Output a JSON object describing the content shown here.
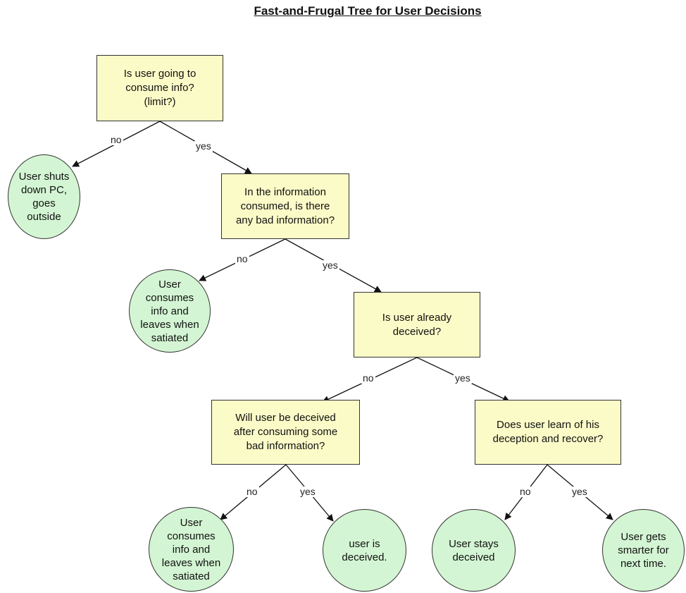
{
  "title": "Fast-and-Frugal Tree for User Decisions",
  "colors": {
    "decision_fill": "#fbfbc8",
    "outcome_fill": "#d3f5d3",
    "edge": "#111111"
  },
  "decisions": {
    "d1": "Is user going to\nconsume info?\n(limit?)",
    "d2": "In the information\nconsumed, is there\nany bad information?",
    "d3": "Is user already\ndeceived?",
    "d4": "Will user be deceived\nafter consuming some\nbad information?",
    "d5": "Does user learn of his\ndeception and recover?"
  },
  "outcomes": {
    "o1": "User shuts\ndown PC,\ngoes\noutside",
    "o2": "User\nconsumes\ninfo and\nleaves when\nsatiated",
    "o3": "User\nconsumes\ninfo and\nleaves when\nsatiated",
    "o4": "user is\ndeceived.",
    "o5": "User stays\ndeceived",
    "o6": "User gets\nsmarter for\nnext time."
  },
  "edges": {
    "e1": "no",
    "e2": "yes",
    "e3": "no",
    "e4": "yes",
    "e5": "no",
    "e6": "yes",
    "e7": "no",
    "e8": "yes",
    "e9": "no",
    "e10": "yes"
  }
}
